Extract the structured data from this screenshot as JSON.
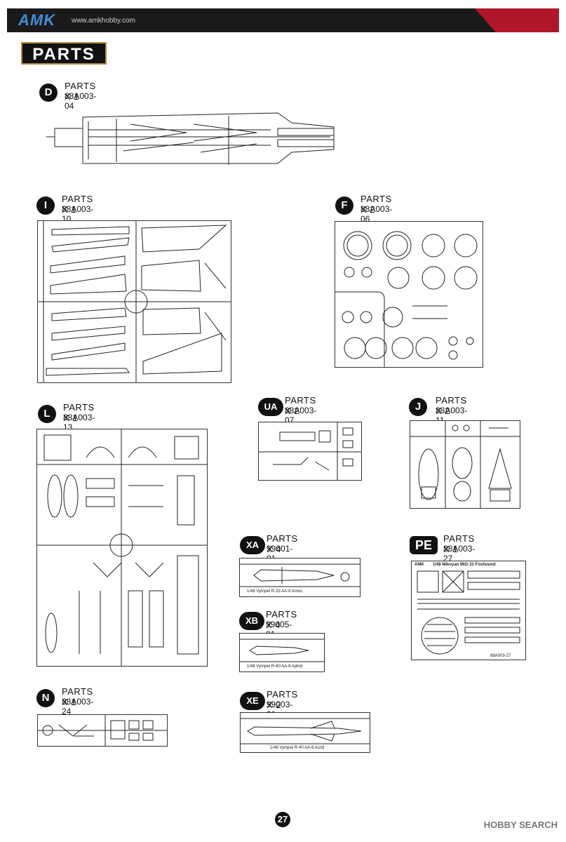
{
  "header": {
    "brand": "AMK",
    "url": "www.amkhobby.com"
  },
  "section_title": "PARTS",
  "groups": {
    "D": {
      "badge": "D",
      "title": "PARTS X 1",
      "code": "88A003-04"
    },
    "I": {
      "badge": "I",
      "title": "PARTS X 1",
      "code": "88A003-10"
    },
    "F": {
      "badge": "F",
      "title": "PARTS X 2",
      "code": "88A003-06"
    },
    "L": {
      "badge": "L",
      "title": "PARTS X 1",
      "code": "88A003-13"
    },
    "UA": {
      "badge": "UA",
      "title": "PARTS X 2",
      "code": "88A003-07"
    },
    "J": {
      "badge": "J",
      "title": "PARTS X 2",
      "code": "88A003-11"
    },
    "XA": {
      "badge": "XA",
      "title": "PARTS X 4",
      "code": "99001-01"
    },
    "PE": {
      "badge": "PE",
      "title": "PARTS X 1",
      "code": "88A003-27"
    },
    "XB": {
      "badge": "XB",
      "title": "PARTS X 4",
      "code": "99005-01"
    },
    "N": {
      "badge": "N",
      "title": "PARTS X 1",
      "code": "88A003-24"
    },
    "XE": {
      "badge": "XE",
      "title": "PARTS X 2",
      "code": "99003-01"
    }
  },
  "sprue_labels": {
    "xa": "1/48 Vympel R-33 AA-9 Amos",
    "xb": "1/48 Vympel R-60 AA-8 Aphid",
    "xe": "1/48 Vympel R-40 AA-6 Acrid",
    "pe_brand": "AMK",
    "pe_title": "1/48 Mikoyan MiG-31 Foxhound",
    "pe_code": "88A003-27"
  },
  "page_number": "27",
  "watermark": "HOBBY SEARCH"
}
